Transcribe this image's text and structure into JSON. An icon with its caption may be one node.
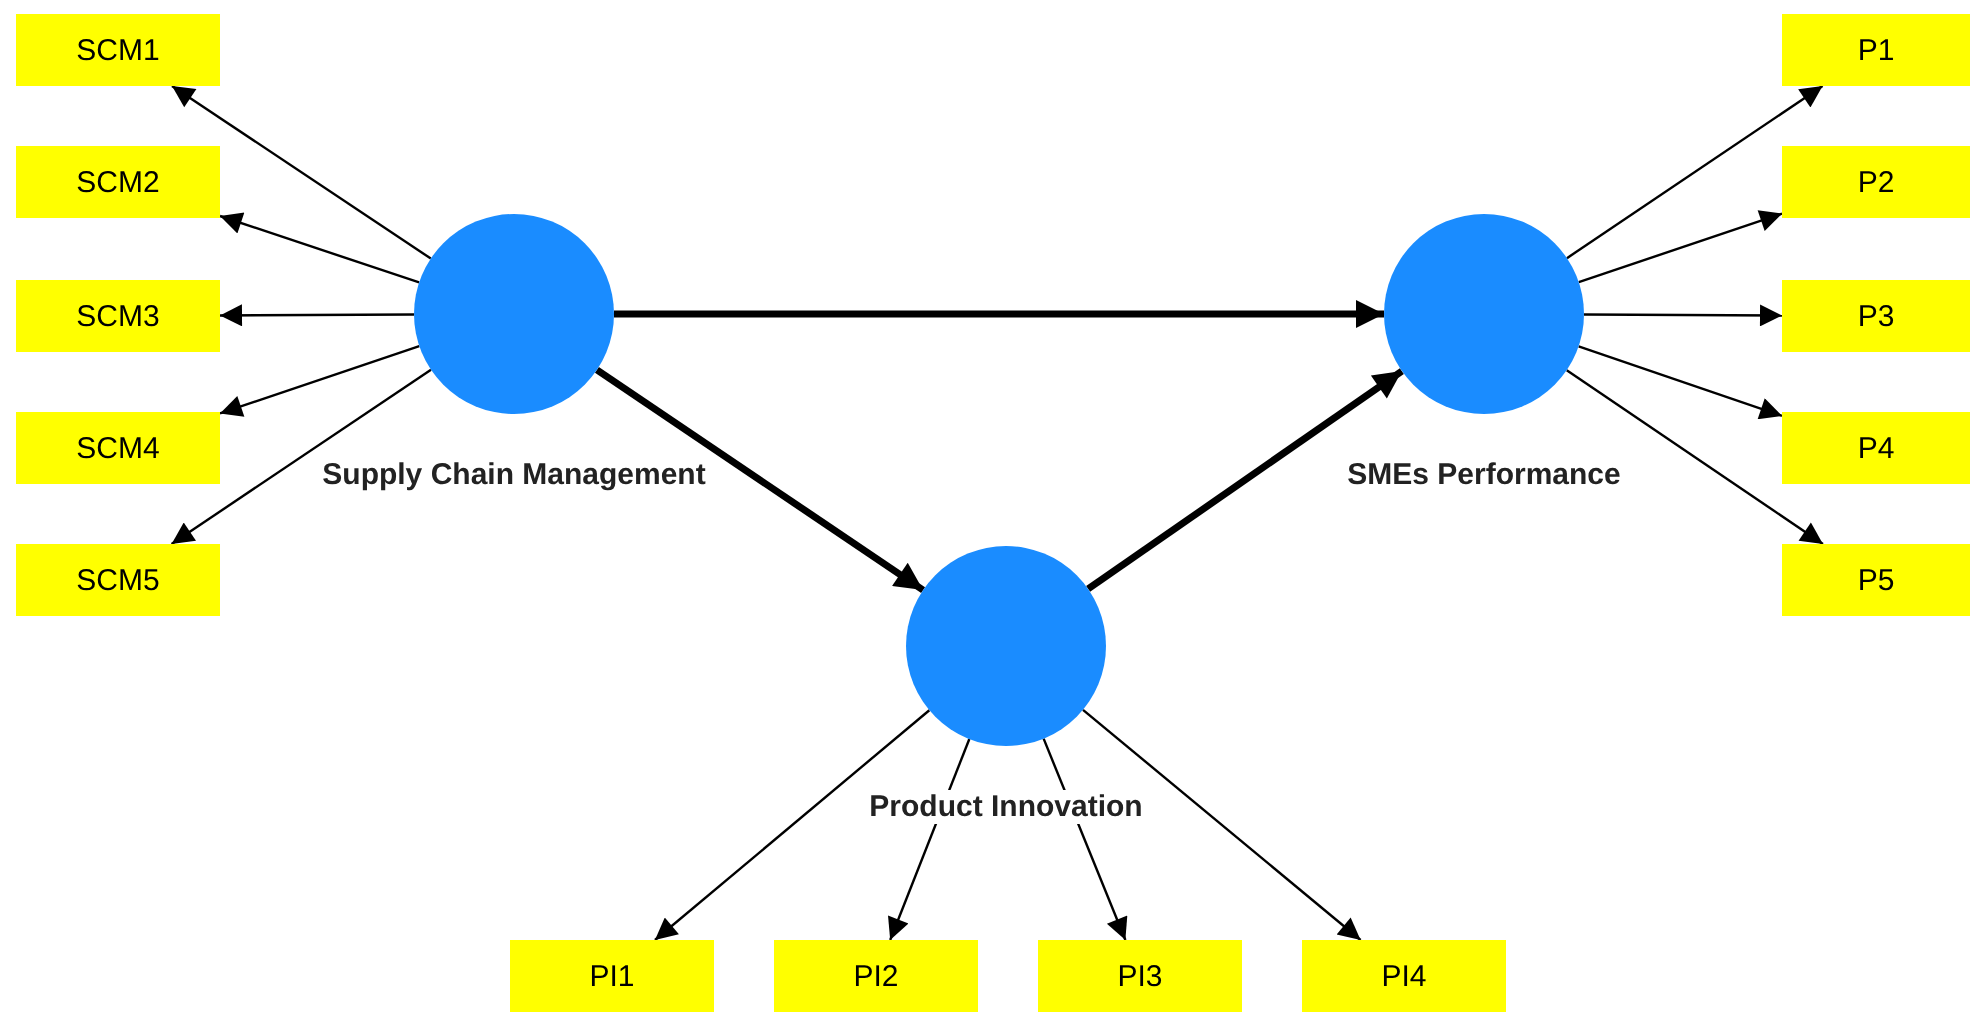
{
  "diagram": {
    "nodes": [
      {
        "text": [
          "Supply Chain Management"
        ]
      },
      {
        "text": [
          "SCM1"
        ]
      },
      {
        "text": [
          "SCM2"
        ]
      },
      {
        "text": [
          "SCM3"
        ]
      },
      {
        "text": [
          "SCM4"
        ]
      },
      {
        "text": [
          "SCM5"
        ]
      },
      {
        "text": [
          "SMEs Performance"
        ]
      },
      {
        "text": [
          "P1"
        ]
      },
      {
        "text": [
          "P2"
        ]
      },
      {
        "text": [
          "P3"
        ]
      },
      {
        "text": [
          "P4"
        ]
      },
      {
        "text": [
          "P5"
        ]
      },
      {
        "text": [
          "Product Innovation"
        ]
      },
      {
        "text": [
          "PI1"
        ]
      },
      {
        "text": [
          "PI2"
        ]
      },
      {
        "text": [
          "PI3"
        ]
      },
      {
        "text": [
          "PI4"
        ]
      }
    ],
    "edges": [
      {
        "from": 0,
        "to": 1,
        "arrow": "to"
      },
      {
        "from": 0,
        "to": 2,
        "arrow": "to"
      },
      {
        "from": 0,
        "to": 3,
        "arrow": "to"
      },
      {
        "from": 0,
        "to": 4,
        "arrow": "to"
      },
      {
        "from": 0,
        "to": 5,
        "arrow": "to"
      },
      {
        "from": 0,
        "to": 6,
        "arrow": "to",
        "style": "thick"
      },
      {
        "from": 0,
        "to": 12,
        "arrow": "to",
        "style": "thick"
      },
      {
        "from": 12,
        "to": 6,
        "arrow": "to",
        "style": "thick"
      },
      {
        "from": 6,
        "to": 7,
        "arrow": "to"
      },
      {
        "from": 6,
        "to": 8,
        "arrow": "to"
      },
      {
        "from": 6,
        "to": 9,
        "arrow": "to"
      },
      {
        "from": 6,
        "to": 10,
        "arrow": "to"
      },
      {
        "from": 6,
        "to": 11,
        "arrow": "to"
      },
      {
        "from": 12,
        "to": 13,
        "arrow": "to"
      },
      {
        "from": 12,
        "to": 14,
        "arrow": "to"
      },
      {
        "from": 12,
        "to": 15,
        "arrow": "to"
      },
      {
        "from": 12,
        "to": 16,
        "arrow": "to"
      }
    ]
  }
}
